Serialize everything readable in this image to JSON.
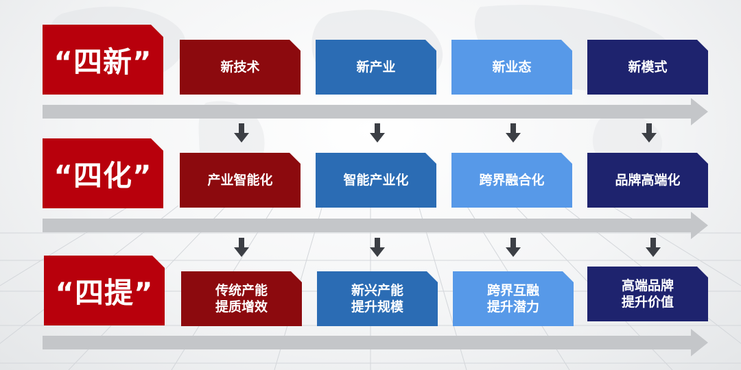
{
  "rows": [
    {
      "label": "“四新”",
      "cards": [
        {
          "text": "新技术"
        },
        {
          "text": "新产业"
        },
        {
          "text": "新业态"
        },
        {
          "text": "新模式"
        }
      ]
    },
    {
      "label": "“四化”",
      "cards": [
        {
          "text": "产业智能化"
        },
        {
          "text": "智能产业化"
        },
        {
          "text": "跨界融合化"
        },
        {
          "text": "品牌高端化"
        }
      ]
    },
    {
      "label": "“四提”",
      "cards": [
        {
          "text": "传统产能\n提质增效"
        },
        {
          "text": "新兴产能\n提升规模"
        },
        {
          "text": "跨界互融\n提升潜力"
        },
        {
          "text": "高端品牌\n提升价值"
        }
      ]
    }
  ],
  "colors": {
    "label_red": "#b8000c",
    "col1": "#8c0a0e",
    "col2": "#2b6cb4",
    "col3": "#5799e8",
    "col4": "#1e236e",
    "bar_grey": "#c4c6c9",
    "arrow_dark": "#3c3f45"
  }
}
